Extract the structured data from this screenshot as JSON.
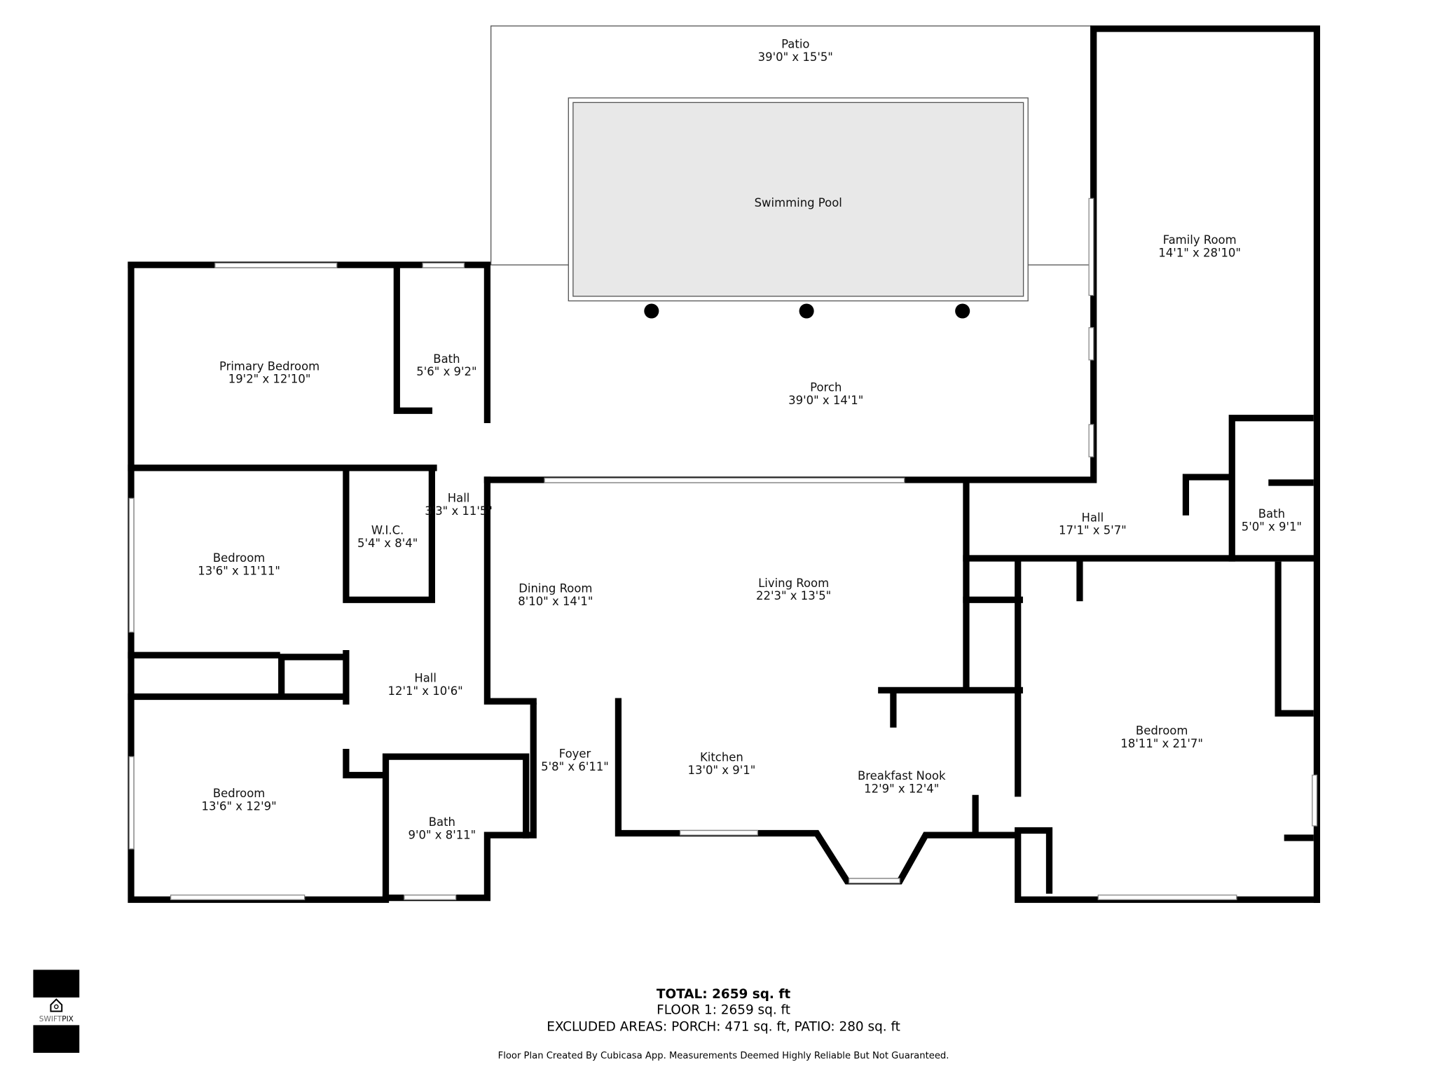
{
  "rooms": [
    {
      "name": "Patio",
      "dims": "39'0\" x 15'5\""
    },
    {
      "name": "Swimming Pool",
      "dims": ""
    },
    {
      "name": "Family Room",
      "dims": "14'1\" x 28'10\""
    },
    {
      "name": "Primary Bedroom",
      "dims": "19'2\" x 12'10\""
    },
    {
      "name": "Bath",
      "dims": "5'6\" x 9'2\""
    },
    {
      "name": "Porch",
      "dims": "39'0\" x 14'1\""
    },
    {
      "name": "Hall",
      "dims": "3'3\" x 11'5\""
    },
    {
      "name": "W.I.C.",
      "dims": "5'4\" x 8'4\""
    },
    {
      "name": "Bedroom",
      "dims": "13'6\" x 11'11\""
    },
    {
      "name": "Hall",
      "dims": "17'1\" x 5'7\""
    },
    {
      "name": "Bath",
      "dims": "5'0\" x 9'1\""
    },
    {
      "name": "Dining Room",
      "dims": "8'10\" x 14'1\""
    },
    {
      "name": "Living Room",
      "dims": "22'3\" x 13'5\""
    },
    {
      "name": "Hall",
      "dims": "12'1\" x 10'6\""
    },
    {
      "name": "Bedroom",
      "dims": "18'11\" x 21'7\""
    },
    {
      "name": "Foyer",
      "dims": "5'8\" x 6'11\""
    },
    {
      "name": "Kitchen",
      "dims": "13'0\" x 9'1\""
    },
    {
      "name": "Breakfast Nook",
      "dims": "12'9\" x 12'4\""
    },
    {
      "name": "Bedroom",
      "dims": "13'6\" x 12'9\""
    },
    {
      "name": "Bath",
      "dims": "9'0\" x 8'11\""
    }
  ],
  "summary": {
    "total": "TOTAL: 2659 sq. ft",
    "floor": "FLOOR 1: 2659 sq. ft",
    "excluded": "EXCLUDED AREAS: PORCH: 471 sq. ft, PATIO: 280 sq. ft",
    "disclaimer": "Floor Plan Created By Cubicasa App. Measurements Deemed Highly Reliable But Not Guaranteed."
  },
  "logo": {
    "text": "SWIFTPIX",
    "icon": "house-camera-icon"
  },
  "colors": {
    "wall": "#000000",
    "pool": "#e8e8e8"
  }
}
